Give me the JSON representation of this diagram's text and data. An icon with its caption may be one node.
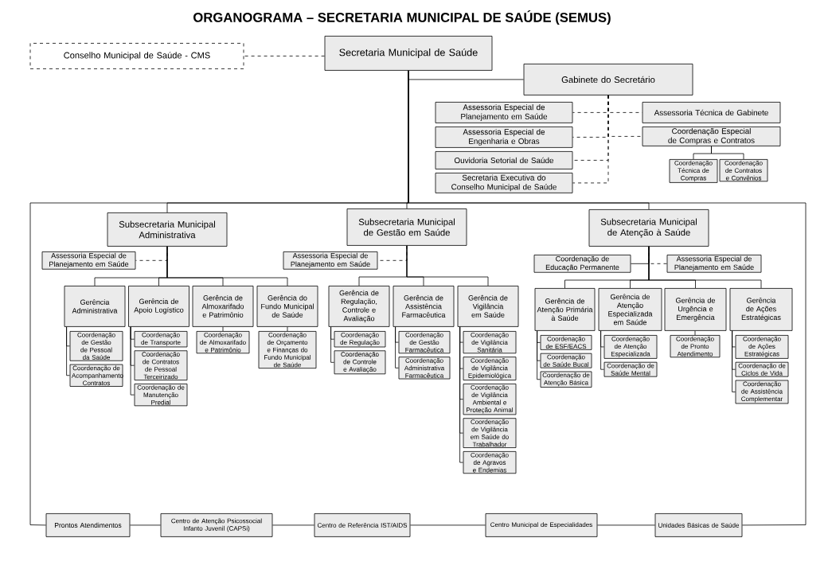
{
  "diagram": {
    "title": "ORGANOGRAMA – SECRETARIA  MUNICIPAL DE SAÚDE (SEMUS)",
    "nodes": [
      {
        "text": [
          "Secretaria Municipal de Saúde"
        ]
      },
      {
        "text": [
          "Conselho Municipal de Saúde - CMS"
        ]
      },
      {
        "text": [
          "Gabinete do Secretário"
        ]
      },
      {
        "text": [
          "Assessoria Especial de Planejamento em Saúde"
        ]
      },
      {
        "text": [
          "Assessoria Especial de Engenharia e Obras"
        ]
      },
      {
        "text": [
          "Ouvidoria Setorial de Saúde"
        ]
      },
      {
        "text": [
          "Secretaria Executiva do Conselho Municipal de Saúde"
        ]
      },
      {
        "text": [
          "Assessoria Técnica de Gabinete"
        ]
      },
      {
        "text": [
          "Coordenação Especial de Compras e Contratos"
        ]
      },
      {
        "text": [
          "Coordenação Técnica de Compras"
        ]
      },
      {
        "text": [
          "Coordenação de Contratos e Convênios"
        ]
      },
      {
        "text": [
          "Subsecretaria Municipal Administrativa"
        ]
      },
      {
        "text": [
          "Assessoria Especial de Planejamento em Saúde"
        ]
      },
      {
        "text": [
          "Gerência Administrativa"
        ]
      },
      {
        "text": [
          "Gerência de Apoio Logístico"
        ]
      },
      {
        "text": [
          "Gerência de Almoxarifado e Patrimônio"
        ]
      },
      {
        "text": [
          "Gerência do Fundo Municipal de Saúde"
        ]
      },
      {
        "text": [
          "Coordenação de Gestão de Pessoal da Saúde"
        ]
      },
      {
        "text": [
          "Coordenação de Acompanhamento Contratos"
        ]
      },
      {
        "text": [
          "Coordenação de Transporte"
        ]
      },
      {
        "text": [
          "Coordenação de Contratos de Pessoal Terceirizado"
        ]
      },
      {
        "text": [
          "Coordenação de Manutenção Predial"
        ]
      },
      {
        "text": [
          "Coordenação de Almoxarifado e Patrimônio"
        ]
      },
      {
        "text": [
          "Coordenação de Orçamento e Finanças do Fundo Municipal de Saúde"
        ]
      },
      {
        "text": [
          "Subsecretaria Municipal de Gestão em Saúde"
        ]
      },
      {
        "text": [
          "Assessoria Especial de Planejamento em Saúde"
        ]
      },
      {
        "text": [
          "Gerência de Regulação, Controle e Avaliação"
        ]
      },
      {
        "text": [
          "Gerência de Assistência Farmacêutica"
        ]
      },
      {
        "text": [
          "Gerência de Vigilância em Saúde"
        ]
      },
      {
        "text": [
          "Coordenação de Regulação"
        ]
      },
      {
        "text": [
          "Coordenação de Controle e Avaliação"
        ]
      },
      {
        "text": [
          "Coordenação de Gestão Farmacêutica"
        ]
      },
      {
        "text": [
          "Coordenação Administrativa Farmacêutica"
        ]
      },
      {
        "text": [
          "Coordenação de Vigilância Sanitária"
        ]
      },
      {
        "text": [
          "Coordenação de Vigilância Epidemiológica"
        ]
      },
      {
        "text": [
          "Coordenação de Vigilância Ambiental e Proteção Animal"
        ]
      },
      {
        "text": [
          "Coordenação de Vigilância em Saúde do Trabalhador"
        ]
      },
      {
        "text": [
          "Coordenação de Agravos e Endemias"
        ]
      },
      {
        "text": [
          "Subsecretaria Municipal de Atenção à Saúde"
        ]
      },
      {
        "text": [
          "Coordenação de Educação Permanente"
        ]
      },
      {
        "text": [
          "Assessoria Especial de Planejamento em Saúde"
        ]
      },
      {
        "text": [
          "Gerência de Atenção Primária à Saúde"
        ]
      },
      {
        "text": [
          "Gerência de Atenção Especializada em Saúde"
        ]
      },
      {
        "text": [
          "Gerência de Urgência e Emergência"
        ]
      },
      {
        "text": [
          "Gerência de Ações Estratégicas"
        ]
      },
      {
        "text": [
          "Coordenação de ESF/EACS"
        ]
      },
      {
        "text": [
          "Coordenação de Saúde Bucal"
        ]
      },
      {
        "text": [
          "Coordenação de Atenção Básica"
        ]
      },
      {
        "text": [
          "Coordenação de Atenção Especializada"
        ]
      },
      {
        "text": [
          "Coordenação de Saúde Mental"
        ]
      },
      {
        "text": [
          "Coordenação de Pronto Atendimento"
        ]
      },
      {
        "text": [
          "Coordenação de Ações Estratégicas"
        ]
      },
      {
        "text": [
          "Coordenação de Ciclos de Vida"
        ]
      },
      {
        "text": [
          "Coordenação de Assistência Complementar"
        ]
      },
      {
        "text": [
          "Prontos Atendimentos"
        ]
      },
      {
        "text": [
          "Centro de Atenção Psicossocial Infanto Juvenil (CAPSi)"
        ]
      },
      {
        "text": [
          "Centro de Referência IST/AIDS"
        ]
      },
      {
        "text": [
          "Centro Municipal de Especialidades"
        ]
      },
      {
        "text": [
          "Unidades Básicas de Saúde"
        ]
      }
    ],
    "edges": [
      {
        "from": 0,
        "to": 1,
        "arrow": "none",
        "style": "dashed"
      },
      {
        "from": 0,
        "to": 2,
        "arrow": "none"
      },
      {
        "from": 2,
        "to": 3,
        "arrow": "none",
        "style": "dashed"
      },
      {
        "from": 2,
        "to": 4,
        "arrow": "none",
        "style": "dashed"
      },
      {
        "from": 2,
        "to": 5,
        "arrow": "none",
        "style": "dashed"
      },
      {
        "from": 2,
        "to": 6,
        "arrow": "none",
        "style": "dashed"
      },
      {
        "from": 2,
        "to": 7,
        "arrow": "none",
        "style": "dashed"
      },
      {
        "from": 2,
        "to": 8,
        "arrow": "none",
        "style": "dashed"
      },
      {
        "from": 8,
        "to": 9,
        "arrow": "none"
      },
      {
        "from": 8,
        "to": 10,
        "arrow": "none"
      },
      {
        "from": 0,
        "to": 11,
        "arrow": "none"
      },
      {
        "from": 0,
        "to": 24,
        "arrow": "none"
      },
      {
        "from": 0,
        "to": 38,
        "arrow": "none"
      },
      {
        "from": 11,
        "to": 12,
        "arrow": "none",
        "style": "dashed"
      },
      {
        "from": 11,
        "to": 13,
        "arrow": "none"
      },
      {
        "from": 11,
        "to": 14,
        "arrow": "none"
      },
      {
        "from": 11,
        "to": 15,
        "arrow": "none"
      },
      {
        "from": 11,
        "to": 16,
        "arrow": "none"
      },
      {
        "from": 13,
        "to": 17,
        "arrow": "none"
      },
      {
        "from": 13,
        "to": 18,
        "arrow": "none"
      },
      {
        "from": 14,
        "to": 19,
        "arrow": "none"
      },
      {
        "from": 14,
        "to": 20,
        "arrow": "none"
      },
      {
        "from": 14,
        "to": 21,
        "arrow": "none"
      },
      {
        "from": 15,
        "to": 22,
        "arrow": "none"
      },
      {
        "from": 16,
        "to": 23,
        "arrow": "none"
      },
      {
        "from": 24,
        "to": 25,
        "arrow": "none",
        "style": "dashed"
      },
      {
        "from": 24,
        "to": 26,
        "arrow": "none"
      },
      {
        "from": 24,
        "to": 27,
        "arrow": "none"
      },
      {
        "from": 24,
        "to": 28,
        "arrow": "none"
      },
      {
        "from": 26,
        "to": 29,
        "arrow": "none"
      },
      {
        "from": 26,
        "to": 30,
        "arrow": "none"
      },
      {
        "from": 27,
        "to": 31,
        "arrow": "none"
      },
      {
        "from": 27,
        "to": 32,
        "arrow": "none"
      },
      {
        "from": 28,
        "to": 33,
        "arrow": "none"
      },
      {
        "from": 28,
        "to": 34,
        "arrow": "none"
      },
      {
        "from": 28,
        "to": 35,
        "arrow": "none"
      },
      {
        "from": 28,
        "to": 36,
        "arrow": "none"
      },
      {
        "from": 28,
        "to": 37,
        "arrow": "none"
      },
      {
        "from": 38,
        "to": 39,
        "arrow": "none"
      },
      {
        "from": 38,
        "to": 40,
        "arrow": "none",
        "style": "dashed"
      },
      {
        "from": 38,
        "to": 41,
        "arrow": "none"
      },
      {
        "from": 38,
        "to": 42,
        "arrow": "none"
      },
      {
        "from": 38,
        "to": 43,
        "arrow": "none"
      },
      {
        "from": 38,
        "to": 44,
        "arrow": "none"
      },
      {
        "from": 41,
        "to": 45,
        "arrow": "none"
      },
      {
        "from": 41,
        "to": 46,
        "arrow": "none"
      },
      {
        "from": 41,
        "to": 47,
        "arrow": "none"
      },
      {
        "from": 42,
        "to": 48,
        "arrow": "none"
      },
      {
        "from": 42,
        "to": 49,
        "arrow": "none"
      },
      {
        "from": 43,
        "to": 50,
        "arrow": "none"
      },
      {
        "from": 44,
        "to": 51,
        "arrow": "none"
      },
      {
        "from": 44,
        "to": 52,
        "arrow": "none"
      },
      {
        "from": 44,
        "to": 53,
        "arrow": "none"
      },
      {
        "from": 0,
        "to": 54,
        "arrow": "none"
      },
      {
        "from": 54,
        "to": 55,
        "arrow": "none"
      },
      {
        "from": 55,
        "to": 56,
        "arrow": "none"
      },
      {
        "from": 56,
        "to": 57,
        "arrow": "none"
      },
      {
        "from": 57,
        "to": 58,
        "arrow": "none"
      },
      {
        "from": 0,
        "to": 58,
        "arrow": "none"
      }
    ]
  }
}
